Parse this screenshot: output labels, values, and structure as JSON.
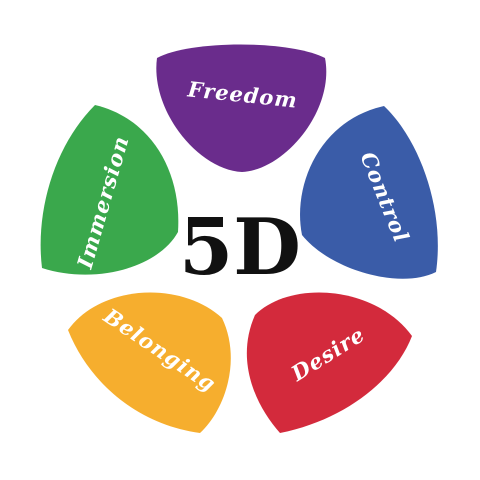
{
  "center": {
    "label": "5D"
  },
  "petals": [
    {
      "id": "freedom",
      "label": "Freedom",
      "color": "#6a2c8c"
    },
    {
      "id": "control",
      "label": "Control",
      "color": "#3a5ca8"
    },
    {
      "id": "desire",
      "label": "Desire",
      "color": "#d32a3c"
    },
    {
      "id": "belonging",
      "label": "Belonging",
      "color": "#f6ae2e"
    },
    {
      "id": "immersion",
      "label": "Immersion",
      "color": "#3aa84c"
    }
  ]
}
